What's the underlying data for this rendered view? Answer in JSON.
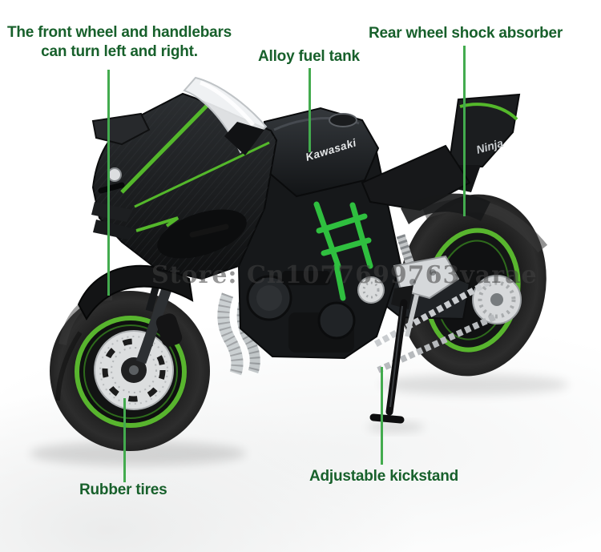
{
  "annotations": {
    "front_steering": {
      "label": "The front wheel and handlebars can turn left and right."
    },
    "fuel_tank": {
      "label": "Alloy fuel tank"
    },
    "rear_shock": {
      "label": "Rear wheel shock absorber"
    },
    "tires": {
      "label": "Rubber tires"
    },
    "kickstand": {
      "label": "Adjustable kickstand"
    }
  },
  "watermark": {
    "text": "Store: Cn1077699763varae"
  },
  "motorcycle": {
    "brand_logo": "Kawasaki",
    "model_logo": "Ninja",
    "colors": {
      "label_text": "#17602b",
      "pointer_line": "#43ab4e",
      "kawasaki_green_accent": "#54b82b",
      "trellis_frame_green": "#2fbf3f",
      "wheel_rim_green": "#58b52e",
      "body_black": "#1b1d1f",
      "watermark_gray": "#424242"
    }
  }
}
